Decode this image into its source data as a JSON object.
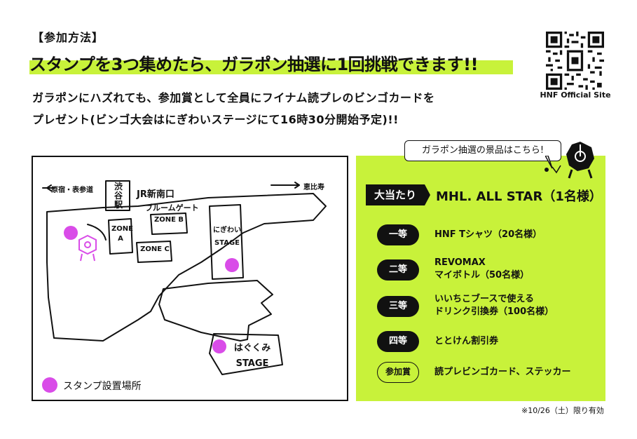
{
  "header": {
    "section_label": "【参加方法】",
    "headline": "スタンプを3つ集めたら、ガラポン抽選に1回挑戦できます!!",
    "subtext_line1": "ガラポンにハズれても、参加賞として全員にフイナム読プレのビンゴカードを",
    "subtext_line2": "プレゼント(ビンゴ大会はにぎわいステージにて16時30分開始予定)!!"
  },
  "qr": {
    "caption": "HNF Official Site"
  },
  "map": {
    "label_harajuku": "原宿・表参道",
    "label_shibuya_station": "渋谷駅",
    "label_jr_shin_minamiguchi": "JR新南口",
    "label_ebisu": "恵比寿",
    "label_bloom_gate": "ブルームゲート",
    "zone_a": "ZONE A",
    "zone_b": "ZONE B",
    "zone_c": "ZONE C",
    "nigiwai_stage": "にぎわい STAGE",
    "hagukumi_stage": "はぐくみ STAGE",
    "legend_label": "スタンプ設置場所",
    "stamp_color": "#d94ce8"
  },
  "prizes": {
    "callout": "ガラポン抽選の景品はこちら!",
    "panel_color": "#c8f23a",
    "grand": {
      "badge": "大当たり",
      "text": "MHL. ALL STAR（1名様）"
    },
    "tiers": [
      {
        "badge": "一等",
        "text_line1": "HNF Tシャツ（20名様）",
        "text_line2": ""
      },
      {
        "badge": "二等",
        "text_line1": "REVOMAX",
        "text_line2": "マイボトル（50名様）"
      },
      {
        "badge": "三等",
        "text_line1": "いいちこブースで使える",
        "text_line2": "ドリンク引換券（100名様）"
      },
      {
        "badge": "四等",
        "text_line1": "ととけん割引券",
        "text_line2": ""
      },
      {
        "badge": "参加賞",
        "text_line1": "読プレビンゴカード、ステッカー",
        "text_line2": ""
      }
    ]
  },
  "footer": {
    "note": "※10/26（土）限り有効"
  }
}
